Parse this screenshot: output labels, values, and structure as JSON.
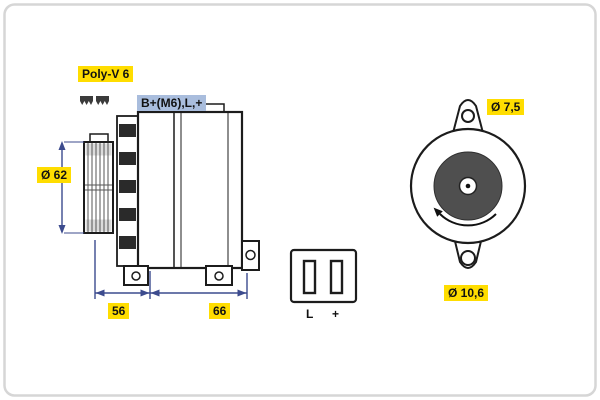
{
  "labels": {
    "belt_type": "Poly-V 6",
    "terminals": "B+(M6),L,+",
    "pulley_diameter": "Ø 62",
    "dim_front": "56",
    "dim_rear": "66",
    "top_hole_diameter": "Ø 7,5",
    "bottom_hole_diameter": "Ø 10,6",
    "connector_pin_left": "L",
    "connector_pin_right": "+"
  },
  "colors": {
    "highlight_yellow": "#ffdd00",
    "highlight_blue": "#a9bddd",
    "drawing_line": "#1c1c1c",
    "dimension_line": "#3c4b8e",
    "rotor_fill": "#4f4f4f",
    "frame_border": "#d6d6d6"
  }
}
